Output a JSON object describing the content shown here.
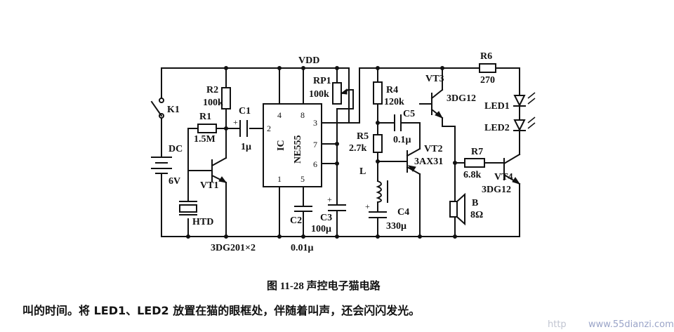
{
  "diagram": {
    "supply_label": "VDD",
    "components": {
      "k1": "K1",
      "dc": "DC",
      "battery_voltage": "6V",
      "r1": "R1",
      "r1_value": "1.5M",
      "r2": "R2",
      "r2_value": "100k",
      "c1": "C1",
      "c1_value": "1μ",
      "vt1": "VT1",
      "htd": "HTD",
      "transistor_pair": "3DG201×2",
      "ic_label": "IC",
      "ic_part": "NE555",
      "pins": [
        "4",
        "8",
        "2",
        "3",
        "7",
        "6",
        "1",
        "5"
      ],
      "rp1": "RP1",
      "rp1_value": "100k",
      "c2": "C2",
      "c2_value": "0.01μ",
      "c3": "C3",
      "c3_value": "100μ",
      "r4": "R4",
      "r4_value": "120k",
      "r5": "R5",
      "r5_value": "2.7k",
      "c5": "C5",
      "c5_value": "0.1μ",
      "inductor": "L",
      "c4": "C4",
      "c4_value": "330μ",
      "vt2": "VT2",
      "vt2_part": "3AX31",
      "vt3": "VT3",
      "vt3_part": "3DG12",
      "r6": "R6",
      "r6_value": "270",
      "led1": "LED1",
      "led2": "LED2",
      "r7": "R7",
      "r7_value": "6.8k",
      "vt4": "VT4",
      "vt4_part": "3DG12",
      "speaker": "B",
      "speaker_value": "8Ω"
    },
    "caption": "图 11-28    声控电子猫电路",
    "body_text": "叫的时间。将 LED1、LED2 放置在猫的眼框处，伴随着叫声，还会闪闪发光。",
    "watermark": "www.55dianzi.com",
    "watermark_prefix": "http"
  }
}
